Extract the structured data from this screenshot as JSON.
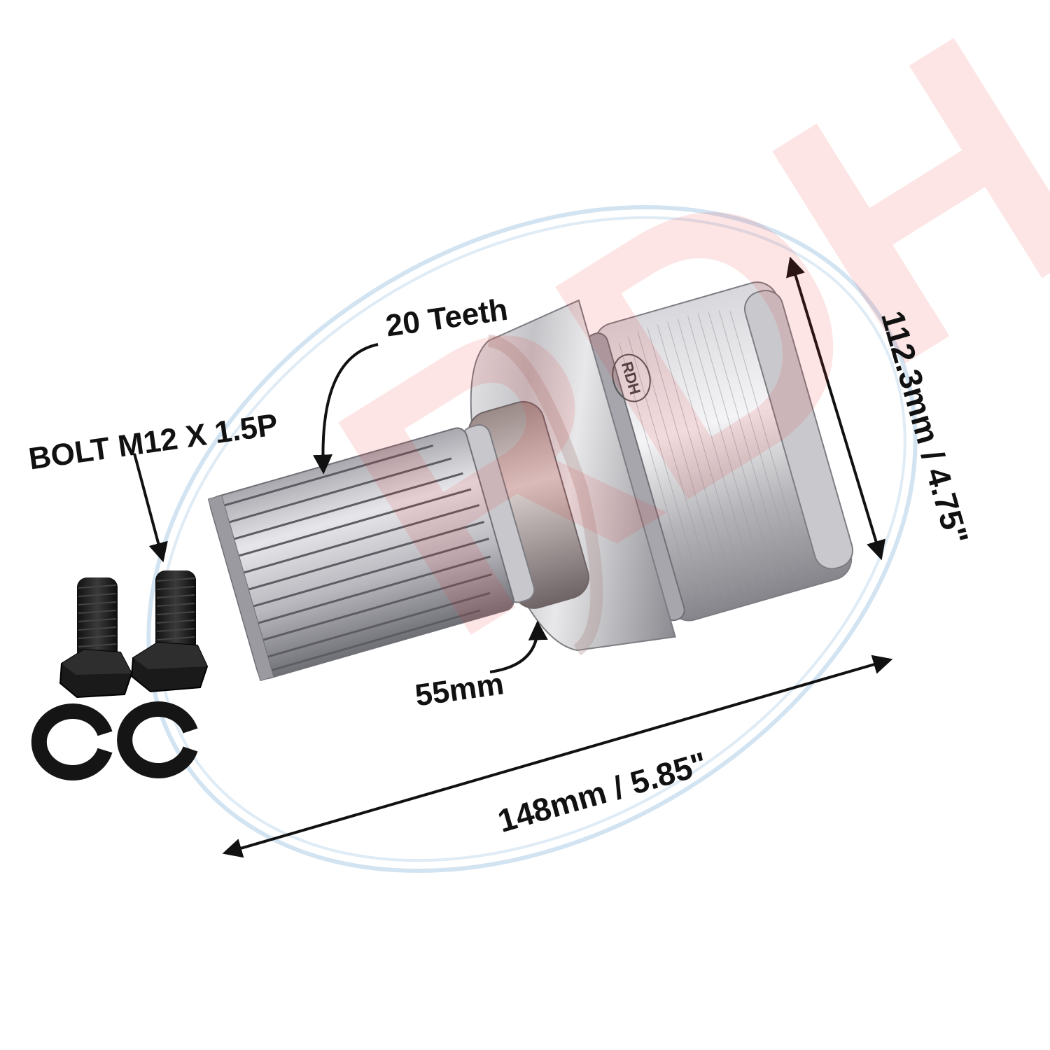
{
  "watermark": {
    "text": "RDH",
    "color": "#e8302e",
    "ring_color": "#7fb0d8"
  },
  "product": {
    "brand_mark": "RDH",
    "part_marking": "RDH"
  },
  "labels": {
    "bolt": "BOLT M12 X 1.5P",
    "teeth": "20 Teeth",
    "diameter": "55mm",
    "length": "148mm / 5.85\"",
    "height": "112.3mm / 4.75\""
  },
  "colors": {
    "metal_light": "#e4e4e6",
    "metal_mid": "#b9b9bd",
    "metal_dark": "#7c7c82",
    "bronze_tint": "#b08f8c",
    "hardware": "#1c1c1c",
    "arrow": "#111111"
  }
}
